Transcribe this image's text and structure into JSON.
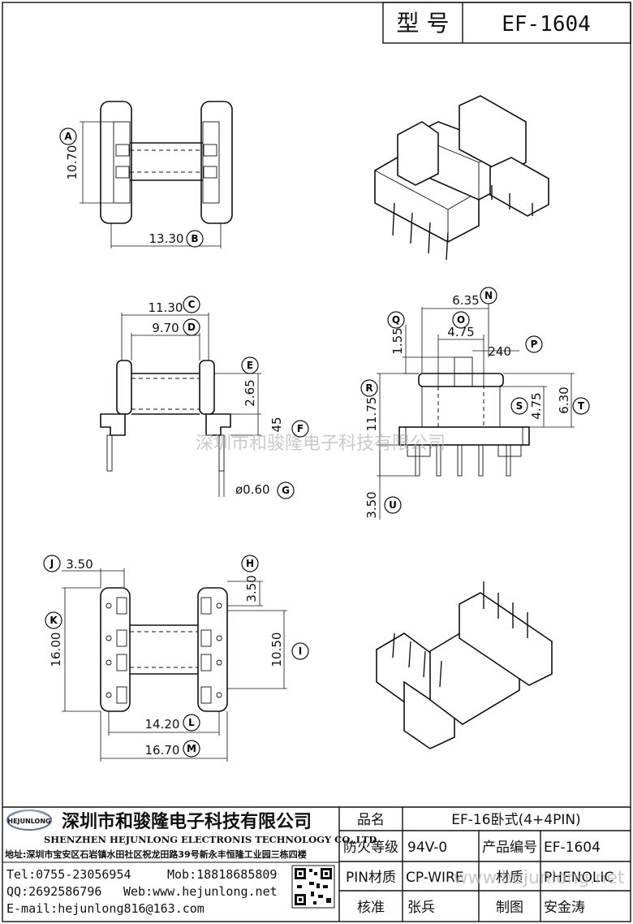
{
  "header": {
    "model_label": "型 号",
    "model_value": "EF-1604"
  },
  "watermark": "深圳市和骏隆电子科技有限公司",
  "dimensions": {
    "A": "10.70",
    "B": "13.30",
    "C": "11.30",
    "D": "9.70",
    "E": "2.65",
    "F": "45",
    "G": "ø0.60",
    "H": "3.50",
    "I": "10.50",
    "J": "3.50",
    "K": "16.00",
    "L": "14.20",
    "M": "16.70",
    "N": "6.35",
    "O": "4.75",
    "P": "240",
    "Q": "1.55",
    "R": "11.75",
    "S": "4.75",
    "T": "6.30",
    "U": "3.50"
  },
  "badges": [
    "A",
    "B",
    "C",
    "D",
    "E",
    "F",
    "G",
    "H",
    "I",
    "J",
    "K",
    "L",
    "M",
    "N",
    "O",
    "P",
    "Q",
    "R",
    "S",
    "T",
    "U"
  ],
  "company": {
    "logo_text": "HEJUNLONG",
    "name_cn": "深圳市和骏隆电子科技有限公司",
    "name_en": "SHENZHEN HEJUNLONG ELECTRONIS TECHNOLOGY CO.,LTD",
    "address": "地址:深圳市宝安区石岩镇水田社区祝龙田路39号新永丰恒隆工业园三栋四楼",
    "tel": "Tel:0755-23056954",
    "mob": "Mob:18818685809",
    "qq": "QQ:2692586796",
    "web": "Web:www.hejunlong.net",
    "email": "E-mail:hejunlong816@163.com"
  },
  "spec_table": {
    "rows": [
      {
        "label": "品名",
        "value": "EF-16卧式(4+4PIN)"
      },
      {
        "label": "防火等级",
        "value": "94V-0",
        "label2": "产品编号",
        "value2": "EF-1604"
      },
      {
        "label": "PIN材质",
        "value": "CP-WIRE",
        "label2": "材质",
        "value2": "PHENOLIC"
      },
      {
        "label": "核准",
        "value": "张兵",
        "label2": "制图",
        "value2": "安金涛"
      }
    ]
  },
  "watermark2": "www.hejunlong.net"
}
